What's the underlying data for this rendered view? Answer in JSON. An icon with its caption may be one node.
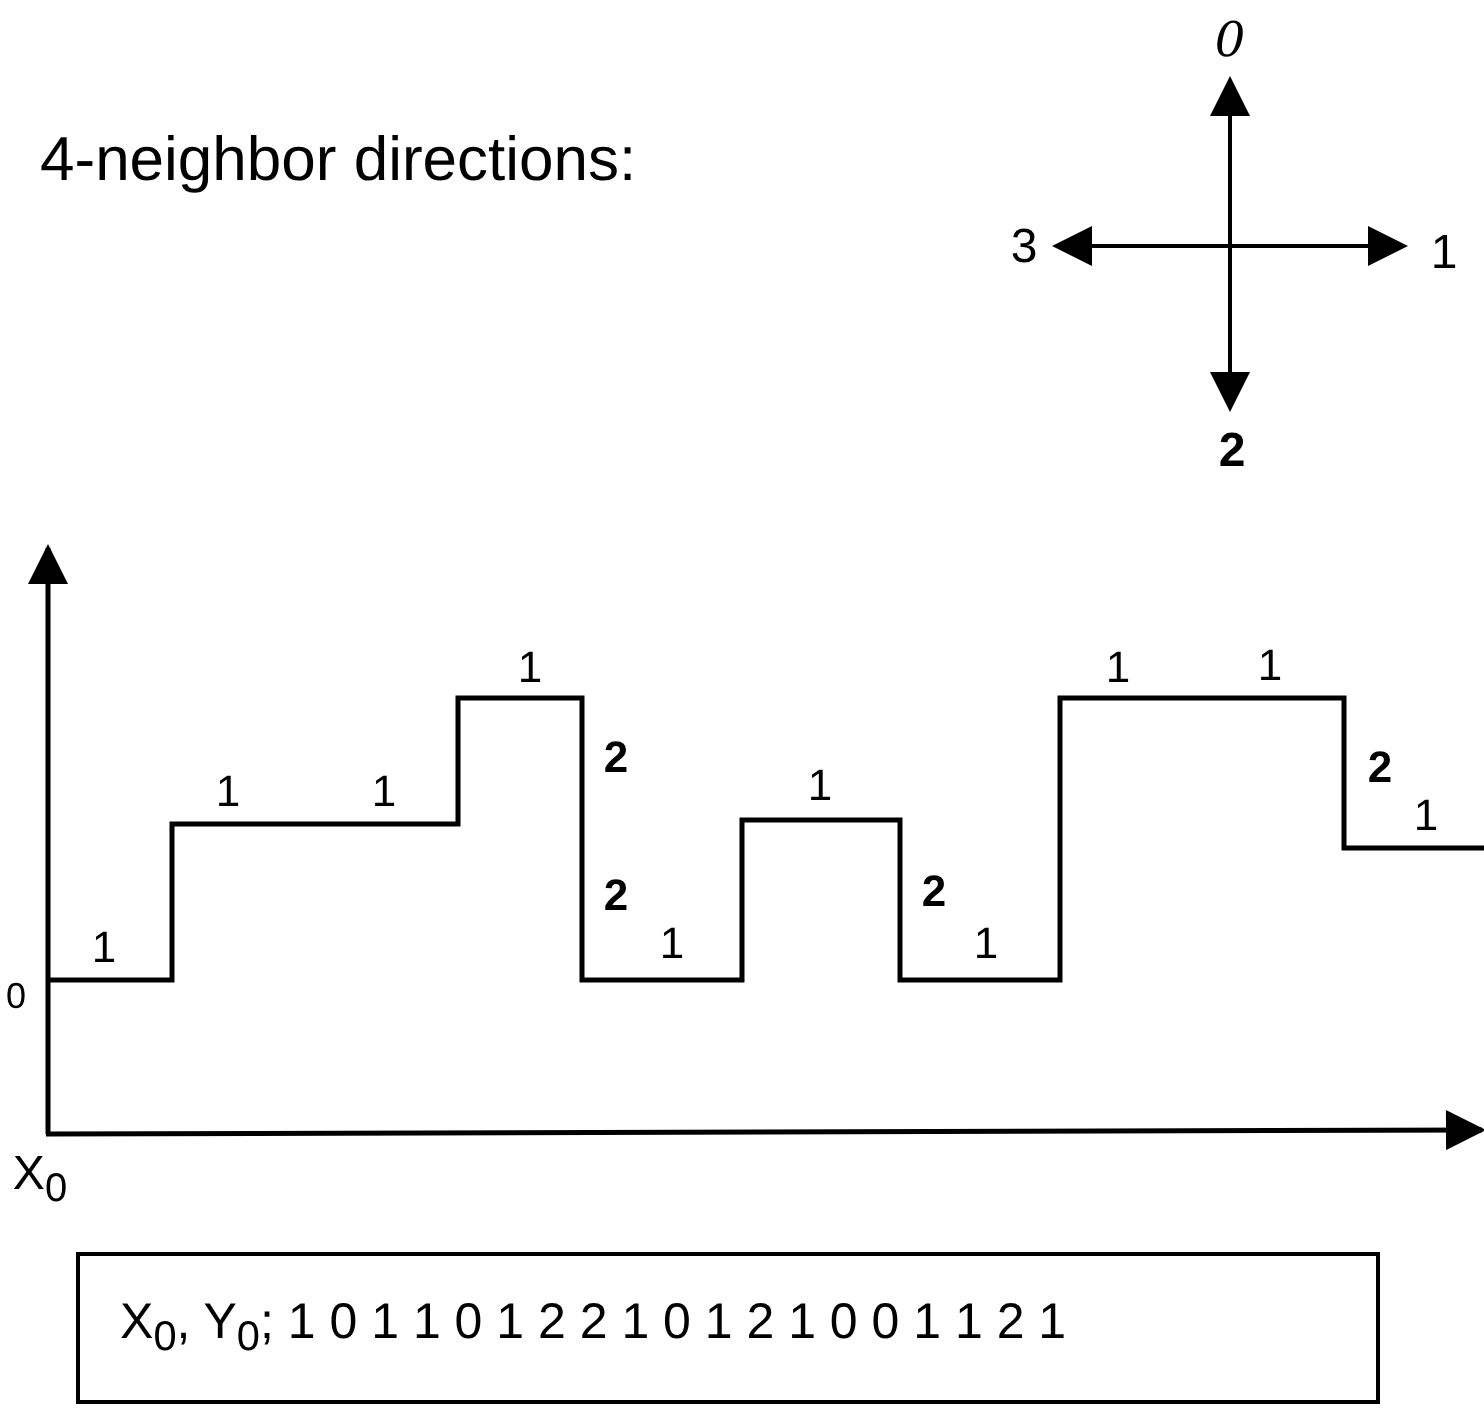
{
  "diagram": {
    "title": "4-neighbor directions:",
    "nodes": [
      {
        "text": [
          "X$_{0}$, Y$_{0}$; 1 0 1 1 0 1 2 2 1 0 1 2 1 0 0 1 1 2 1"
        ]
      }
    ],
    "labels": [
      "0",
      "3",
      "1",
      "2",
      "1",
      "1",
      "1",
      "2",
      "2",
      "1",
      "1",
      "1",
      "1",
      "2",
      "2",
      "1",
      "1",
      "1",
      "0",
      "X$_{0}$"
    ]
  }
}
